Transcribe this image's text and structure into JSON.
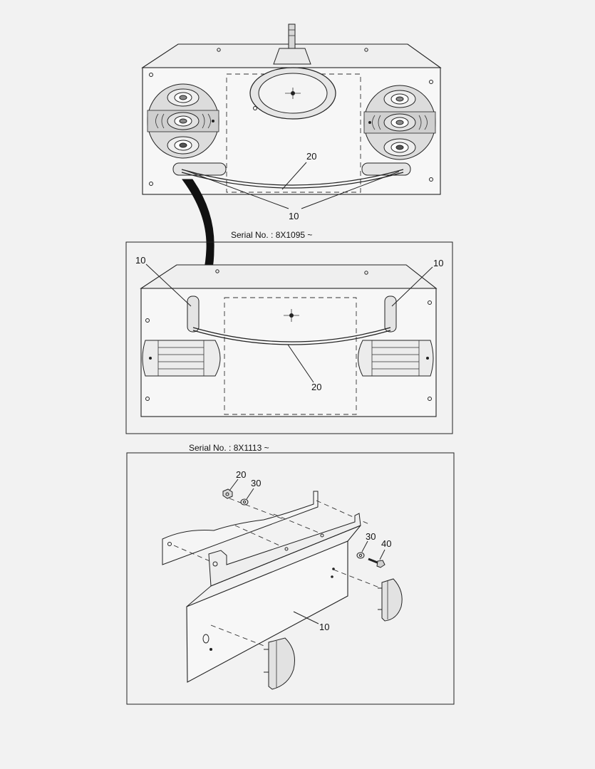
{
  "figure_1": {
    "callouts": {
      "hose": "20",
      "bracket": "10"
    }
  },
  "figure_2": {
    "serial": "Serial No. :  8X1095 ~",
    "callouts": {
      "bracket_left": "10",
      "bracket_right": "10",
      "hose": "20"
    }
  },
  "figure_3": {
    "serial": "Serial No. :  8X1113 ~",
    "callouts": {
      "nut": "20",
      "washer_top": "30",
      "washer_right": "30",
      "bolt": "40",
      "panel": "10"
    }
  }
}
